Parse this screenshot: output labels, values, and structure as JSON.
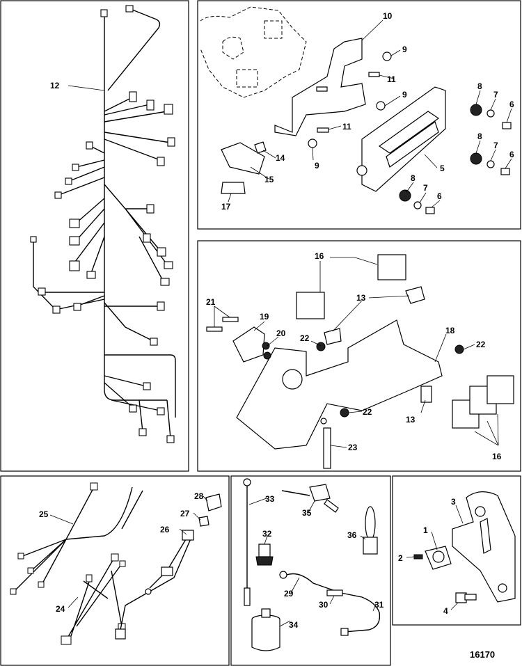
{
  "figure_number": "16170",
  "callouts": {
    "c1": "1",
    "c2": "2",
    "c3": "3",
    "c4": "4",
    "c5": "5",
    "c6a": "6",
    "c6b": "6",
    "c6c": "6",
    "c7a": "7",
    "c7b": "7",
    "c7c": "7",
    "c8a": "8",
    "c8b": "8",
    "c8c": "8",
    "c9a": "9",
    "c9b": "9",
    "c9c": "9",
    "c10": "10",
    "c11a": "11",
    "c11b": "11",
    "c12": "12",
    "c13a": "13",
    "c13b": "13",
    "c14": "14",
    "c15": "15",
    "c16a": "16",
    "c16b": "16",
    "c17": "17",
    "c18": "18",
    "c19": "19",
    "c20": "20",
    "c21": "21",
    "c22a": "22",
    "c22b": "22",
    "c22c": "22",
    "c23": "23",
    "c24": "24",
    "c25": "25",
    "c26": "26",
    "c27": "27",
    "c28": "28",
    "c29": "29",
    "c30": "30",
    "c31": "31",
    "c32": "32",
    "c33": "33",
    "c34": "34",
    "c35": "35",
    "c36": "36"
  }
}
